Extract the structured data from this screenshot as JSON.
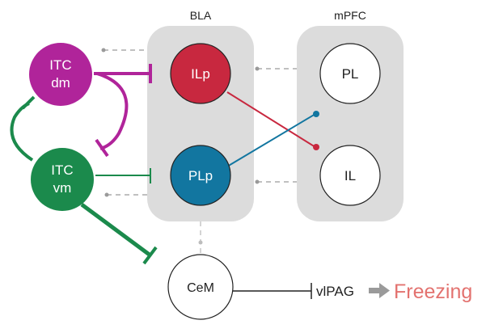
{
  "regions": {
    "bla": {
      "title": "BLA"
    },
    "mpfc": {
      "title": "mPFC"
    }
  },
  "nodes": {
    "itc_dm": {
      "line1": "ITC",
      "line2": "dm",
      "color": "#b0249a"
    },
    "itc_vm": {
      "line1": "ITC",
      "line2": "vm",
      "color": "#1b8a4c"
    },
    "ilp": {
      "label": "ILp",
      "color": "#c8283f"
    },
    "plp": {
      "label": "PLp",
      "color": "#1276a0"
    },
    "pl": {
      "label": "PL"
    },
    "il": {
      "label": "IL"
    },
    "cem": {
      "label": "CeM"
    }
  },
  "outputs": {
    "vlpag": "vlPAG",
    "freezing": "Freezing",
    "freezing_color": "#e3726f"
  },
  "colors": {
    "region_fill": "#dcdcdc",
    "dashed_link": "#9a9a9a",
    "ilp_to_il": "#c8283f",
    "plp_to_pl": "#1276a0",
    "arrow": "#9a9a9a"
  }
}
